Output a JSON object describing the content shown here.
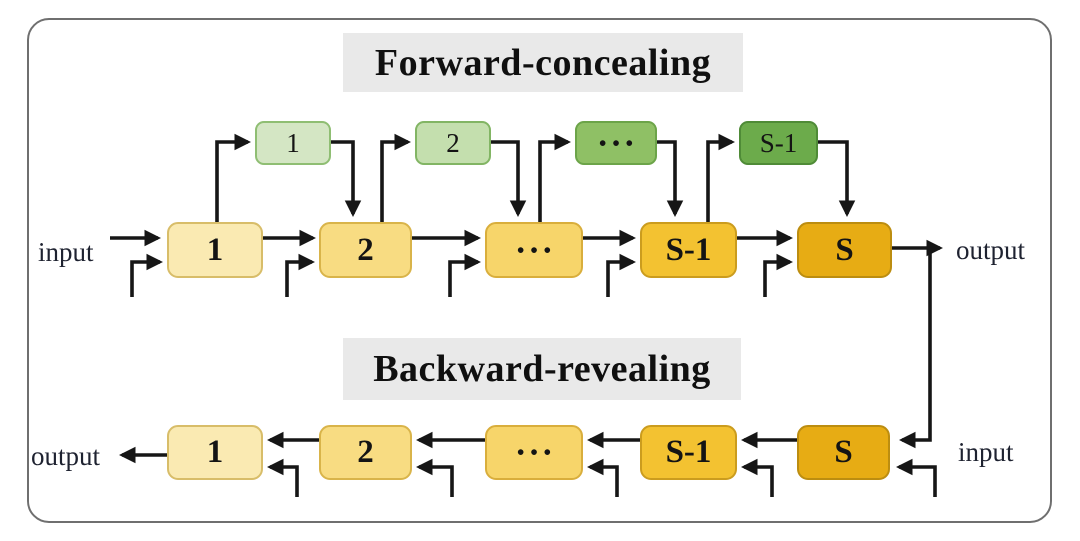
{
  "colors": {
    "frame-border": "#6f6f6f",
    "title-bg": "#e9e9e9",
    "arrow": "#161616",
    "text": "#1e2230",
    "green-1-fill": "#d4e6c4",
    "green-1-border": "#8fbe73",
    "green-2-fill": "#c4dfae",
    "green-2-border": "#82b564",
    "green-dots-fill": "#8fc065",
    "green-dots-border": "#6ca449",
    "green-s1-fill": "#6cab4b",
    "green-s1-border": "#4f8b37",
    "yellow-1-fill": "#faeab2",
    "yellow-1-border": "#d8bd69",
    "yellow-2-fill": "#f8dc82",
    "yellow-2-border": "#d9b44a",
    "yellow-dots-fill": "#f7d56a",
    "yellow-dots-border": "#d9ae3c",
    "yellow-s1-fill": "#f3c231",
    "yellow-s1-border": "#cb9c1e",
    "yellow-s-fill": "#e7ac14",
    "yellow-s-border": "#bc8d10"
  },
  "forward": {
    "title": "Forward-concealing",
    "input_label": "input",
    "output_label": "output",
    "concealing_boxes": [
      {
        "label": "1"
      },
      {
        "label": "2"
      },
      {
        "label": "•••"
      },
      {
        "label": "S-1"
      }
    ],
    "stage_boxes": [
      {
        "label": "1"
      },
      {
        "label": "2"
      },
      {
        "label": "•••"
      },
      {
        "label": "S-1"
      },
      {
        "label": "S"
      }
    ]
  },
  "backward": {
    "title": "Backward-revealing",
    "input_label": "input",
    "output_label": "output",
    "stage_boxes": [
      {
        "label": "1"
      },
      {
        "label": "2"
      },
      {
        "label": "•••"
      },
      {
        "label": "S-1"
      },
      {
        "label": "S"
      }
    ]
  }
}
